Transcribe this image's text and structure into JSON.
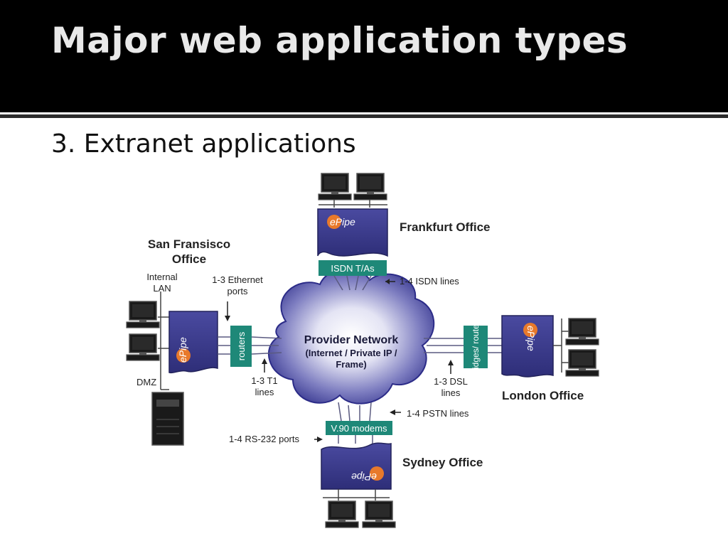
{
  "slide": {
    "title": "Major web application types",
    "subtitle": "3. Extranet applications"
  },
  "diagram": {
    "cloud": {
      "line1": "Provider Network",
      "line2": "(Internet / Private IP /",
      "line3": "Frame)"
    },
    "device_logo": "ePipe",
    "offices": {
      "frankfurt": {
        "name": "Frankfurt Office",
        "interface": "ISDN T/As",
        "link": "1-4 ISDN lines"
      },
      "san_francisco": {
        "name_line1": "San Fransisco",
        "name_line2": "Office",
        "interface": "routers",
        "ports_line1": "1-3 Ethernet",
        "ports_line2": "ports",
        "link_line1": "1-3 T1",
        "link_line2": "lines",
        "lan_line1": "Internal",
        "lan_line2": "LAN",
        "dmz": "DMZ"
      },
      "london": {
        "name": "London Office",
        "interface": "bridges/ routers",
        "link_line1": "1-3 DSL",
        "link_line2": "lines"
      },
      "sydney": {
        "name": "Sydney Office",
        "interface": "V.90 modems",
        "link": "1-4 PSTN lines",
        "ports": "1-4 RS-232 ports"
      }
    },
    "colors": {
      "device": "#3c3c8c",
      "device_dark": "#26265e",
      "interface_box": "#1e8878",
      "cloud_outer": "#2c2c88",
      "cloud_inner": "#ffffff",
      "link_line": "#5a5a80",
      "text": "#222222"
    }
  }
}
